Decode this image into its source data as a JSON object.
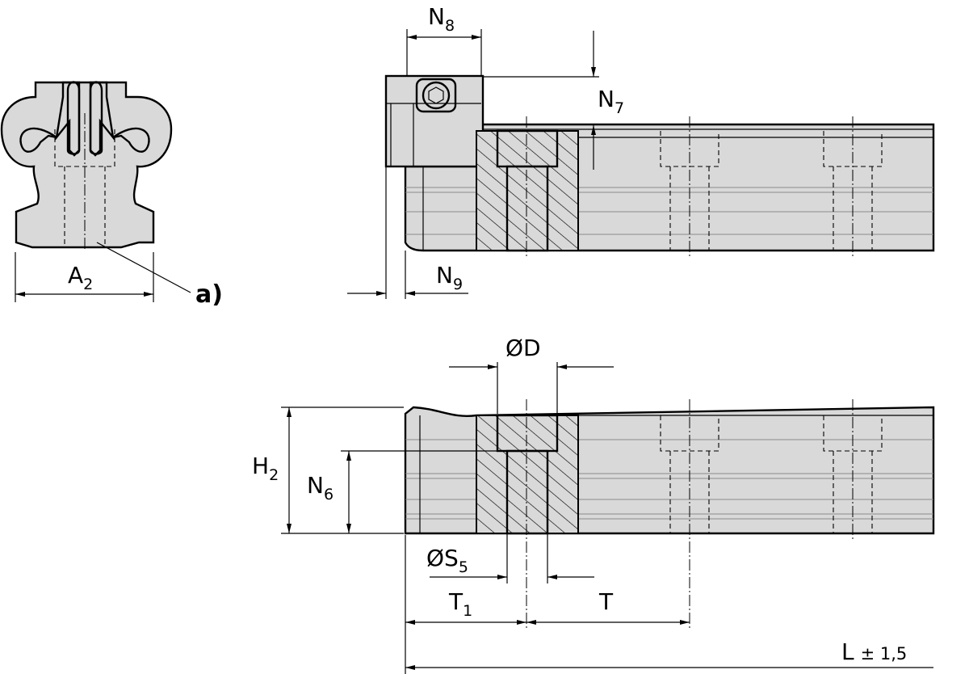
{
  "labels": {
    "a2": {
      "main": "A",
      "sub": "2"
    },
    "note_a": "a)",
    "n8": {
      "main": "N",
      "sub": "8"
    },
    "n7": {
      "main": "N",
      "sub": "7"
    },
    "n9": {
      "main": "N",
      "sub": "9"
    },
    "od": "ØD",
    "h2": {
      "main": "H",
      "sub": "2"
    },
    "n6": {
      "main": "N",
      "sub": "6"
    },
    "os5": {
      "main": "ØS",
      "sub": "5"
    },
    "t1": {
      "main": "T",
      "sub": "1"
    },
    "t": "T",
    "l": {
      "main": "L",
      "tol": "± 1,5"
    }
  }
}
